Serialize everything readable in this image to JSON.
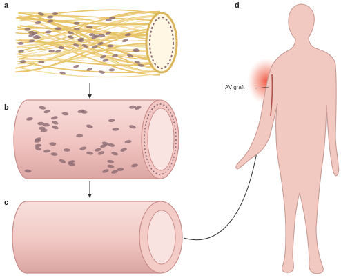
{
  "panels": {
    "a": {
      "letter": "a"
    },
    "b": {
      "letter": "b"
    },
    "c": {
      "letter": "c"
    },
    "d": {
      "letter": "d"
    }
  },
  "annotation": {
    "graft_label": "AV graft"
  },
  "colors": {
    "scaffold_fiber": "#e8c46a",
    "tissue_pink": "#f4cfcc",
    "tissue_edge": "#c98e8c",
    "cell": "#8a6a72",
    "skin": "#f1c9c1",
    "skin_edge": "#c99a93",
    "graft_glow": "#f06a55",
    "arrow": "#333333"
  }
}
